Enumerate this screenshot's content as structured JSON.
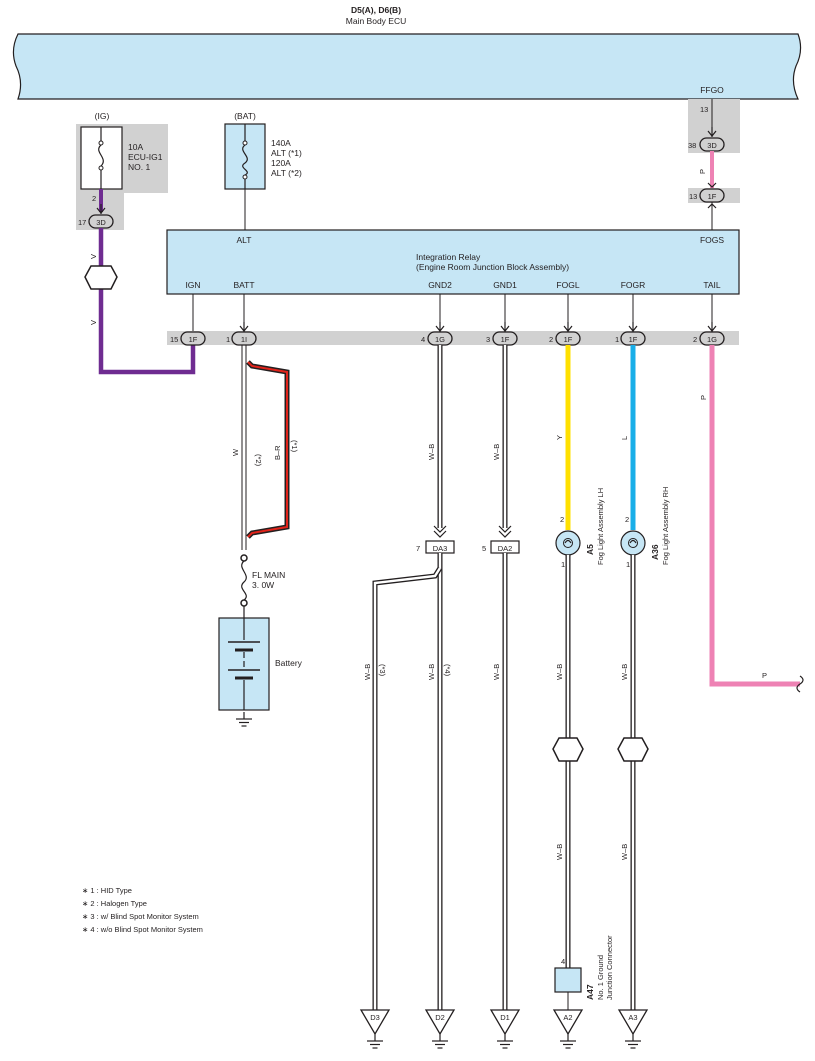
{
  "ecu": {
    "code": "D5(A), D6(B)",
    "name": "Main Body ECU",
    "ffgo": "FFGO"
  },
  "ig_fuse": {
    "source": "(IG)",
    "rating": "10A",
    "name": "ECU-IG1",
    "name2": "NO. 1",
    "pin": "2"
  },
  "bat_fuse": {
    "source": "(BAT)",
    "r1": "140A",
    "n1": "ALT (*1)",
    "r2": "120A",
    "n2": "ALT (*2)"
  },
  "relay": {
    "name": "Integration Relay",
    "sub": "(Engine Room Junction Block Assembly)",
    "alt": "ALT",
    "fogs": "FOGS",
    "ign": "IGN",
    "batt": "BATT",
    "gnd2": "GND2",
    "gnd1": "GND1",
    "fogl": "FOGL",
    "fogr": "FOGR",
    "tail": "TAIL"
  },
  "connectors": {
    "ecu_out_pin": "13",
    "c38": "38",
    "c38_code": "3D",
    "c13": "13",
    "c13_code": "1F",
    "c17": "17",
    "c17_code": "3D",
    "ign_pin": "15",
    "ign_code": "1F",
    "batt_pin": "1",
    "batt_code": "1I",
    "gnd2_pin": "4",
    "gnd2_code": "1G",
    "gnd1_pin": "3",
    "gnd1_code": "1F",
    "fogl_pin": "2",
    "fogl_code": "1F",
    "fogr_pin": "1",
    "fogr_code": "1F",
    "tail_pin": "2",
    "tail_code": "1G"
  },
  "wires": {
    "v1": "V",
    "v2": "V",
    "p_top": "P",
    "w": "W",
    "n2": "(*2)",
    "br": "B–R",
    "n1": "(*1)",
    "wb": "W–B",
    "y": "Y",
    "l": "L",
    "p_tail": "P",
    "p_end": "P",
    "n3": "(*3)",
    "n4": "(*4)"
  },
  "battery": {
    "fuse": "FL MAIN",
    "fuse_rating": "3. 0W",
    "label": "Battery"
  },
  "da": {
    "da3_pin": "7",
    "da3": "DA3",
    "da2_pin": "5",
    "da2": "DA2"
  },
  "fog_lh": {
    "pin_top": "2",
    "pin_bot": "1",
    "code": "A5",
    "name": "Fog Light Assembly LH"
  },
  "fog_rh": {
    "pin_top": "2",
    "pin_bot": "1",
    "code": "A36",
    "name": "Fog Light Assembly RH"
  },
  "junction": {
    "pin": "4",
    "code": "A47",
    "name1": "No. 1 Ground",
    "name2": "Junction Connector"
  },
  "grounds": [
    "D3",
    "D2",
    "D1",
    "A2",
    "A3"
  ],
  "notes": [
    "∗ 1 : HID Type",
    "∗ 2 : Halogen Type",
    "∗ 3 : w/ Blind Spot Monitor System",
    "∗ 4 : w/o Blind Spot Monitor System"
  ],
  "colors": {
    "violet": "#6f2c91",
    "yellow": "#ffe000",
    "cyan": "#19aee8",
    "pink": "#ee82b4",
    "red": "#e2231a",
    "panel": "#c6e6f5",
    "shade": "#d1d1d1"
  }
}
